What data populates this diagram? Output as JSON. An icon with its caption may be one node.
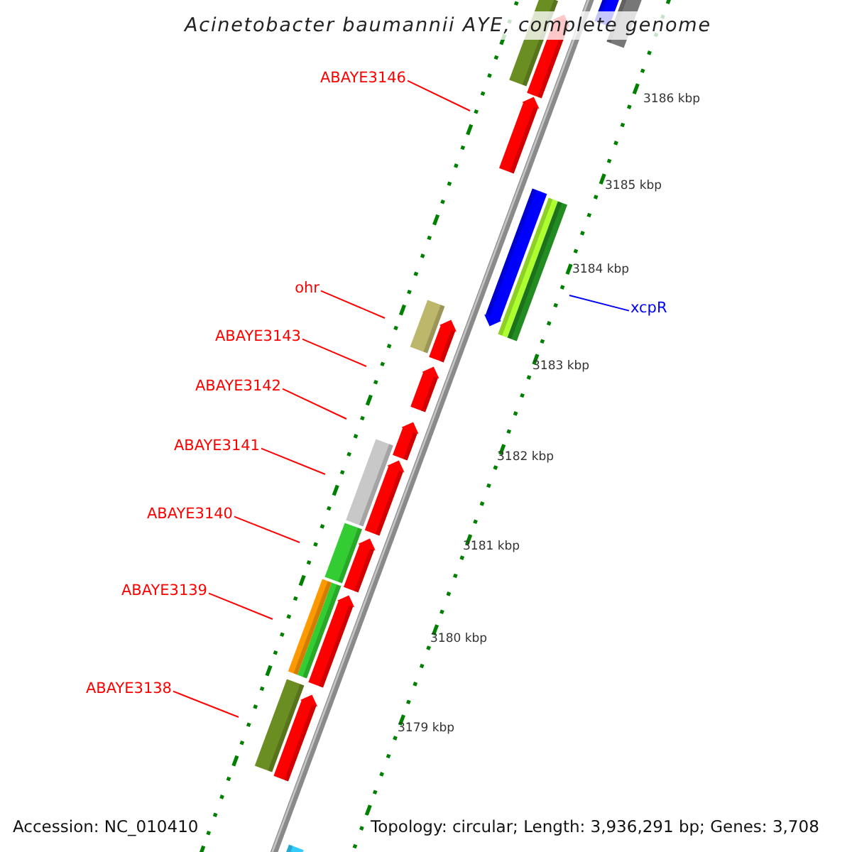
{
  "diagram": {
    "title": "Acinetobacter baumannii AYE, complete genome",
    "nodes": [
      {
        "text": [
          "ABAYE3146"
        ]
      },
      {
        "text": [
          "ohr"
        ]
      },
      {
        "text": [
          "xcpR"
        ]
      },
      {
        "text": [
          "ABAYE3143"
        ]
      },
      {
        "text": [
          "ABAYE3142"
        ]
      },
      {
        "text": [
          "ABAYE3141"
        ]
      },
      {
        "text": [
          "ABAYE3140"
        ]
      },
      {
        "text": [
          "ABAYE3139"
        ]
      },
      {
        "text": [
          "ABAYE3138"
        ]
      }
    ],
    "edges": [
      {
        "from": 0,
        "to": null,
        "arrow": "none"
      },
      {
        "from": 1,
        "to": null,
        "arrow": "none"
      },
      {
        "from": 2,
        "to": null,
        "arrow": "none",
        "color": "#0000ff"
      },
      {
        "from": 3,
        "to": null,
        "arrow": "none"
      },
      {
        "from": 4,
        "to": null,
        "arrow": "none"
      },
      {
        "from": 5,
        "to": null,
        "arrow": "none"
      },
      {
        "from": 6,
        "to": null,
        "arrow": "none"
      },
      {
        "from": 7,
        "to": null,
        "arrow": "none"
      },
      {
        "from": 8,
        "to": null,
        "arrow": "none"
      }
    ],
    "labels": [
      "3186 kbp",
      "3185 kbp",
      "3184 kbp",
      "3183 kbp",
      "3182 kbp",
      "3181 kbp",
      "3180 kbp",
      "3179 kbp",
      "Accession: NC_010410",
      "Topology: circular; Length: 3,936,291 bp; Genes: 3,708"
    ]
  }
}
